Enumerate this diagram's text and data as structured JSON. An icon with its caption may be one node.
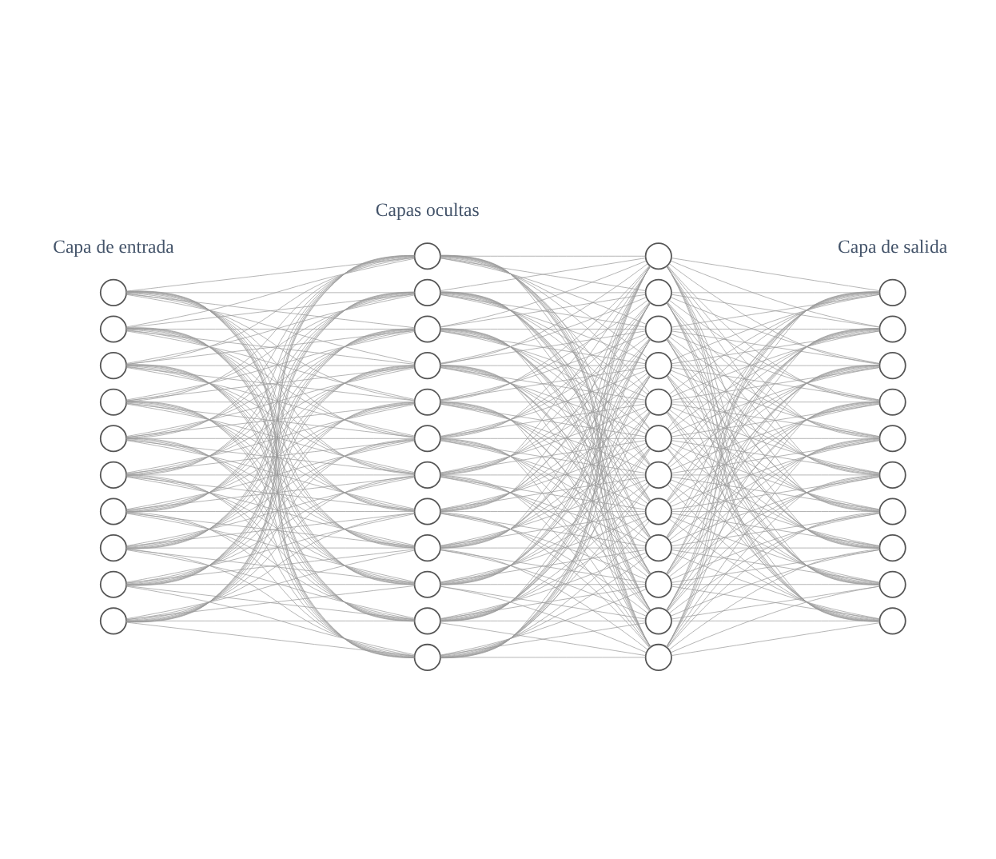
{
  "diagram": {
    "nodes": [
      {
        "text": [],
        "shape": "circle"
      },
      {
        "text": [],
        "shape": "circle"
      },
      {
        "text": [],
        "shape": "circle"
      },
      {
        "text": [],
        "shape": "circle"
      },
      {
        "text": [],
        "shape": "circle"
      },
      {
        "text": [],
        "shape": "circle"
      },
      {
        "text": [],
        "shape": "circle"
      },
      {
        "text": [],
        "shape": "circle"
      },
      {
        "text": [],
        "shape": "circle"
      },
      {
        "text": [],
        "shape": "circle"
      },
      {
        "text": [],
        "shape": "circle"
      },
      {
        "text": [],
        "shape": "circle"
      },
      {
        "text": [],
        "shape": "circle"
      },
      {
        "text": [],
        "shape": "circle"
      },
      {
        "text": [],
        "shape": "circle"
      },
      {
        "text": [],
        "shape": "circle"
      },
      {
        "text": [],
        "shape": "circle"
      },
      {
        "text": [],
        "shape": "circle"
      },
      {
        "text": [],
        "shape": "circle"
      },
      {
        "text": [],
        "shape": "circle"
      },
      {
        "text": [],
        "shape": "circle"
      },
      {
        "text": [],
        "shape": "circle"
      },
      {
        "text": [],
        "shape": "circle"
      },
      {
        "text": [],
        "shape": "circle"
      },
      {
        "text": [],
        "shape": "circle"
      },
      {
        "text": [],
        "shape": "circle"
      },
      {
        "text": [],
        "shape": "circle"
      },
      {
        "text": [],
        "shape": "circle"
      },
      {
        "text": [],
        "shape": "circle"
      },
      {
        "text": [],
        "shape": "circle"
      },
      {
        "text": [],
        "shape": "circle"
      },
      {
        "text": [],
        "shape": "circle"
      },
      {
        "text": [],
        "shape": "circle"
      },
      {
        "text": [],
        "shape": "circle"
      },
      {
        "text": [],
        "shape": "circle"
      },
      {
        "text": [],
        "shape": "circle"
      },
      {
        "text": [],
        "shape": "circle"
      },
      {
        "text": [],
        "shape": "circle"
      },
      {
        "text": [],
        "shape": "circle"
      },
      {
        "text": [],
        "shape": "circle"
      },
      {
        "text": [],
        "shape": "circle"
      },
      {
        "text": [],
        "shape": "circle"
      },
      {
        "text": [],
        "shape": "circle"
      },
      {
        "text": [],
        "shape": "circle"
      }
    ],
    "edges": [
      {
        "from": 0,
        "to": 10,
        "arrow": "none"
      },
      {
        "from": 0,
        "to": 11,
        "arrow": "none"
      },
      {
        "from": 0,
        "to": 12,
        "arrow": "none"
      },
      {
        "from": 0,
        "to": 13,
        "arrow": "none"
      },
      {
        "from": 0,
        "to": 14,
        "arrow": "none"
      },
      {
        "from": 0,
        "to": 15,
        "arrow": "none"
      },
      {
        "from": 0,
        "to": 16,
        "arrow": "none"
      },
      {
        "from": 0,
        "to": 17,
        "arrow": "none"
      },
      {
        "from": 0,
        "to": 18,
        "arrow": "none"
      },
      {
        "from": 0,
        "to": 19,
        "arrow": "none"
      },
      {
        "from": 0,
        "to": 20,
        "arrow": "none"
      },
      {
        "from": 0,
        "to": 21,
        "arrow": "none"
      },
      {
        "from": 1,
        "to": 10,
        "arrow": "none"
      },
      {
        "from": 1,
        "to": 11,
        "arrow": "none"
      },
      {
        "from": 1,
        "to": 12,
        "arrow": "none"
      },
      {
        "from": 1,
        "to": 13,
        "arrow": "none"
      },
      {
        "from": 1,
        "to": 14,
        "arrow": "none"
      },
      {
        "from": 1,
        "to": 15,
        "arrow": "none"
      },
      {
        "from": 1,
        "to": 16,
        "arrow": "none"
      },
      {
        "from": 1,
        "to": 17,
        "arrow": "none"
      },
      {
        "from": 1,
        "to": 18,
        "arrow": "none"
      },
      {
        "from": 1,
        "to": 19,
        "arrow": "none"
      },
      {
        "from": 1,
        "to": 20,
        "arrow": "none"
      },
      {
        "from": 1,
        "to": 21,
        "arrow": "none"
      },
      {
        "from": 2,
        "to": 10,
        "arrow": "none"
      },
      {
        "from": 2,
        "to": 11,
        "arrow": "none"
      },
      {
        "from": 2,
        "to": 12,
        "arrow": "none"
      },
      {
        "from": 2,
        "to": 13,
        "arrow": "none"
      },
      {
        "from": 2,
        "to": 14,
        "arrow": "none"
      },
      {
        "from": 2,
        "to": 15,
        "arrow": "none"
      },
      {
        "from": 2,
        "to": 16,
        "arrow": "none"
      },
      {
        "from": 2,
        "to": 17,
        "arrow": "none"
      },
      {
        "from": 2,
        "to": 18,
        "arrow": "none"
      },
      {
        "from": 2,
        "to": 19,
        "arrow": "none"
      },
      {
        "from": 2,
        "to": 20,
        "arrow": "none"
      },
      {
        "from": 2,
        "to": 21,
        "arrow": "none"
      },
      {
        "from": 3,
        "to": 10,
        "arrow": "none"
      },
      {
        "from": 3,
        "to": 11,
        "arrow": "none"
      },
      {
        "from": 3,
        "to": 12,
        "arrow": "none"
      },
      {
        "from": 3,
        "to": 13,
        "arrow": "none"
      },
      {
        "from": 3,
        "to": 14,
        "arrow": "none"
      },
      {
        "from": 3,
        "to": 15,
        "arrow": "none"
      },
      {
        "from": 3,
        "to": 16,
        "arrow": "none"
      },
      {
        "from": 3,
        "to": 17,
        "arrow": "none"
      },
      {
        "from": 3,
        "to": 18,
        "arrow": "none"
      },
      {
        "from": 3,
        "to": 19,
        "arrow": "none"
      },
      {
        "from": 3,
        "to": 20,
        "arrow": "none"
      },
      {
        "from": 3,
        "to": 21,
        "arrow": "none"
      },
      {
        "from": 4,
        "to": 10,
        "arrow": "none"
      },
      {
        "from": 4,
        "to": 11,
        "arrow": "none"
      },
      {
        "from": 4,
        "to": 12,
        "arrow": "none"
      },
      {
        "from": 4,
        "to": 13,
        "arrow": "none"
      },
      {
        "from": 4,
        "to": 14,
        "arrow": "none"
      },
      {
        "from": 4,
        "to": 15,
        "arrow": "none"
      },
      {
        "from": 4,
        "to": 16,
        "arrow": "none"
      },
      {
        "from": 4,
        "to": 17,
        "arrow": "none"
      },
      {
        "from": 4,
        "to": 18,
        "arrow": "none"
      },
      {
        "from": 4,
        "to": 19,
        "arrow": "none"
      },
      {
        "from": 4,
        "to": 20,
        "arrow": "none"
      },
      {
        "from": 4,
        "to": 21,
        "arrow": "none"
      },
      {
        "from": 5,
        "to": 10,
        "arrow": "none"
      },
      {
        "from": 5,
        "to": 11,
        "arrow": "none"
      },
      {
        "from": 5,
        "to": 12,
        "arrow": "none"
      },
      {
        "from": 5,
        "to": 13,
        "arrow": "none"
      },
      {
        "from": 5,
        "to": 14,
        "arrow": "none"
      },
      {
        "from": 5,
        "to": 15,
        "arrow": "none"
      },
      {
        "from": 5,
        "to": 16,
        "arrow": "none"
      },
      {
        "from": 5,
        "to": 17,
        "arrow": "none"
      },
      {
        "from": 5,
        "to": 18,
        "arrow": "none"
      },
      {
        "from": 5,
        "to": 19,
        "arrow": "none"
      },
      {
        "from": 5,
        "to": 20,
        "arrow": "none"
      },
      {
        "from": 5,
        "to": 21,
        "arrow": "none"
      },
      {
        "from": 6,
        "to": 10,
        "arrow": "none"
      },
      {
        "from": 6,
        "to": 11,
        "arrow": "none"
      },
      {
        "from": 6,
        "to": 12,
        "arrow": "none"
      },
      {
        "from": 6,
        "to": 13,
        "arrow": "none"
      },
      {
        "from": 6,
        "to": 14,
        "arrow": "none"
      },
      {
        "from": 6,
        "to": 15,
        "arrow": "none"
      },
      {
        "from": 6,
        "to": 16,
        "arrow": "none"
      },
      {
        "from": 6,
        "to": 17,
        "arrow": "none"
      },
      {
        "from": 6,
        "to": 18,
        "arrow": "none"
      },
      {
        "from": 6,
        "to": 19,
        "arrow": "none"
      },
      {
        "from": 6,
        "to": 20,
        "arrow": "none"
      },
      {
        "from": 6,
        "to": 21,
        "arrow": "none"
      },
      {
        "from": 7,
        "to": 10,
        "arrow": "none"
      },
      {
        "from": 7,
        "to": 11,
        "arrow": "none"
      },
      {
        "from": 7,
        "to": 12,
        "arrow": "none"
      },
      {
        "from": 7,
        "to": 13,
        "arrow": "none"
      },
      {
        "from": 7,
        "to": 14,
        "arrow": "none"
      },
      {
        "from": 7,
        "to": 15,
        "arrow": "none"
      },
      {
        "from": 7,
        "to": 16,
        "arrow": "none"
      },
      {
        "from": 7,
        "to": 17,
        "arrow": "none"
      },
      {
        "from": 7,
        "to": 18,
        "arrow": "none"
      },
      {
        "from": 7,
        "to": 19,
        "arrow": "none"
      },
      {
        "from": 7,
        "to": 20,
        "arrow": "none"
      },
      {
        "from": 7,
        "to": 21,
        "arrow": "none"
      },
      {
        "from": 8,
        "to": 10,
        "arrow": "none"
      },
      {
        "from": 8,
        "to": 11,
        "arrow": "none"
      },
      {
        "from": 8,
        "to": 12,
        "arrow": "none"
      },
      {
        "from": 8,
        "to": 13,
        "arrow": "none"
      },
      {
        "from": 8,
        "to": 14,
        "arrow": "none"
      },
      {
        "from": 8,
        "to": 15,
        "arrow": "none"
      },
      {
        "from": 8,
        "to": 16,
        "arrow": "none"
      },
      {
        "from": 8,
        "to": 17,
        "arrow": "none"
      },
      {
        "from": 8,
        "to": 18,
        "arrow": "none"
      },
      {
        "from": 8,
        "to": 19,
        "arrow": "none"
      },
      {
        "from": 8,
        "to": 20,
        "arrow": "none"
      },
      {
        "from": 8,
        "to": 21,
        "arrow": "none"
      },
      {
        "from": 9,
        "to": 10,
        "arrow": "none"
      },
      {
        "from": 9,
        "to": 11,
        "arrow": "none"
      },
      {
        "from": 9,
        "to": 12,
        "arrow": "none"
      },
      {
        "from": 9,
        "to": 13,
        "arrow": "none"
      },
      {
        "from": 9,
        "to": 14,
        "arrow": "none"
      },
      {
        "from": 9,
        "to": 15,
        "arrow": "none"
      },
      {
        "from": 9,
        "to": 16,
        "arrow": "none"
      },
      {
        "from": 9,
        "to": 17,
        "arrow": "none"
      },
      {
        "from": 9,
        "to": 18,
        "arrow": "none"
      },
      {
        "from": 9,
        "to": 19,
        "arrow": "none"
      },
      {
        "from": 9,
        "to": 20,
        "arrow": "none"
      },
      {
        "from": 9,
        "to": 21,
        "arrow": "none"
      },
      {
        "from": 10,
        "to": 22,
        "arrow": "none"
      },
      {
        "from": 10,
        "to": 23,
        "arrow": "none"
      },
      {
        "from": 10,
        "to": 24,
        "arrow": "none"
      },
      {
        "from": 10,
        "to": 25,
        "arrow": "none"
      },
      {
        "from": 10,
        "to": 26,
        "arrow": "none"
      },
      {
        "from": 10,
        "to": 27,
        "arrow": "none"
      },
      {
        "from": 10,
        "to": 28,
        "arrow": "none"
      },
      {
        "from": 10,
        "to": 29,
        "arrow": "none"
      },
      {
        "from": 10,
        "to": 30,
        "arrow": "none"
      },
      {
        "from": 10,
        "to": 31,
        "arrow": "none"
      },
      {
        "from": 10,
        "to": 32,
        "arrow": "none"
      },
      {
        "from": 10,
        "to": 33,
        "arrow": "none"
      },
      {
        "from": 11,
        "to": 22,
        "arrow": "none"
      },
      {
        "from": 11,
        "to": 23,
        "arrow": "none"
      },
      {
        "from": 11,
        "to": 24,
        "arrow": "none"
      },
      {
        "from": 11,
        "to": 25,
        "arrow": "none"
      },
      {
        "from": 11,
        "to": 26,
        "arrow": "none"
      },
      {
        "from": 11,
        "to": 27,
        "arrow": "none"
      },
      {
        "from": 11,
        "to": 28,
        "arrow": "none"
      },
      {
        "from": 11,
        "to": 29,
        "arrow": "none"
      },
      {
        "from": 11,
        "to": 30,
        "arrow": "none"
      },
      {
        "from": 11,
        "to": 31,
        "arrow": "none"
      },
      {
        "from": 11,
        "to": 32,
        "arrow": "none"
      },
      {
        "from": 11,
        "to": 33,
        "arrow": "none"
      },
      {
        "from": 12,
        "to": 22,
        "arrow": "none"
      },
      {
        "from": 12,
        "to": 23,
        "arrow": "none"
      },
      {
        "from": 12,
        "to": 24,
        "arrow": "none"
      },
      {
        "from": 12,
        "to": 25,
        "arrow": "none"
      },
      {
        "from": 12,
        "to": 26,
        "arrow": "none"
      },
      {
        "from": 12,
        "to": 27,
        "arrow": "none"
      },
      {
        "from": 12,
        "to": 28,
        "arrow": "none"
      },
      {
        "from": 12,
        "to": 29,
        "arrow": "none"
      },
      {
        "from": 12,
        "to": 30,
        "arrow": "none"
      },
      {
        "from": 12,
        "to": 31,
        "arrow": "none"
      },
      {
        "from": 12,
        "to": 32,
        "arrow": "none"
      },
      {
        "from": 12,
        "to": 33,
        "arrow": "none"
      },
      {
        "from": 13,
        "to": 22,
        "arrow": "none"
      },
      {
        "from": 13,
        "to": 23,
        "arrow": "none"
      },
      {
        "from": 13,
        "to": 24,
        "arrow": "none"
      },
      {
        "from": 13,
        "to": 25,
        "arrow": "none"
      },
      {
        "from": 13,
        "to": 26,
        "arrow": "none"
      },
      {
        "from": 13,
        "to": 27,
        "arrow": "none"
      },
      {
        "from": 13,
        "to": 28,
        "arrow": "none"
      },
      {
        "from": 13,
        "to": 29,
        "arrow": "none"
      },
      {
        "from": 13,
        "to": 30,
        "arrow": "none"
      },
      {
        "from": 13,
        "to": 31,
        "arrow": "none"
      },
      {
        "from": 13,
        "to": 32,
        "arrow": "none"
      },
      {
        "from": 13,
        "to": 33,
        "arrow": "none"
      },
      {
        "from": 14,
        "to": 22,
        "arrow": "none"
      },
      {
        "from": 14,
        "to": 23,
        "arrow": "none"
      },
      {
        "from": 14,
        "to": 24,
        "arrow": "none"
      },
      {
        "from": 14,
        "to": 25,
        "arrow": "none"
      },
      {
        "from": 14,
        "to": 26,
        "arrow": "none"
      },
      {
        "from": 14,
        "to": 27,
        "arrow": "none"
      },
      {
        "from": 14,
        "to": 28,
        "arrow": "none"
      },
      {
        "from": 14,
        "to": 29,
        "arrow": "none"
      },
      {
        "from": 14,
        "to": 30,
        "arrow": "none"
      },
      {
        "from": 14,
        "to": 31,
        "arrow": "none"
      },
      {
        "from": 14,
        "to": 32,
        "arrow": "none"
      },
      {
        "from": 14,
        "to": 33,
        "arrow": "none"
      },
      {
        "from": 15,
        "to": 22,
        "arrow": "none"
      },
      {
        "from": 15,
        "to": 23,
        "arrow": "none"
      },
      {
        "from": 15,
        "to": 24,
        "arrow": "none"
      },
      {
        "from": 15,
        "to": 25,
        "arrow": "none"
      },
      {
        "from": 15,
        "to": 26,
        "arrow": "none"
      },
      {
        "from": 15,
        "to": 27,
        "arrow": "none"
      },
      {
        "from": 15,
        "to": 28,
        "arrow": "none"
      },
      {
        "from": 15,
        "to": 29,
        "arrow": "none"
      },
      {
        "from": 15,
        "to": 30,
        "arrow": "none"
      },
      {
        "from": 15,
        "to": 31,
        "arrow": "none"
      },
      {
        "from": 15,
        "to": 32,
        "arrow": "none"
      },
      {
        "from": 15,
        "to": 33,
        "arrow": "none"
      },
      {
        "from": 16,
        "to": 22,
        "arrow": "none"
      },
      {
        "from": 16,
        "to": 23,
        "arrow": "none"
      },
      {
        "from": 16,
        "to": 24,
        "arrow": "none"
      },
      {
        "from": 16,
        "to": 25,
        "arrow": "none"
      },
      {
        "from": 16,
        "to": 26,
        "arrow": "none"
      },
      {
        "from": 16,
        "to": 27,
        "arrow": "none"
      },
      {
        "from": 16,
        "to": 28,
        "arrow": "none"
      },
      {
        "from": 16,
        "to": 29,
        "arrow": "none"
      },
      {
        "from": 16,
        "to": 30,
        "arrow": "none"
      },
      {
        "from": 16,
        "to": 31,
        "arrow": "none"
      },
      {
        "from": 16,
        "to": 32,
        "arrow": "none"
      },
      {
        "from": 16,
        "to": 33,
        "arrow": "none"
      },
      {
        "from": 17,
        "to": 22,
        "arrow": "none"
      },
      {
        "from": 17,
        "to": 23,
        "arrow": "none"
      },
      {
        "from": 17,
        "to": 24,
        "arrow": "none"
      },
      {
        "from": 17,
        "to": 25,
        "arrow": "none"
      },
      {
        "from": 17,
        "to": 26,
        "arrow": "none"
      },
      {
        "from": 17,
        "to": 27,
        "arrow": "none"
      },
      {
        "from": 17,
        "to": 28,
        "arrow": "none"
      },
      {
        "from": 17,
        "to": 29,
        "arrow": "none"
      },
      {
        "from": 17,
        "to": 30,
        "arrow": "none"
      },
      {
        "from": 17,
        "to": 31,
        "arrow": "none"
      },
      {
        "from": 17,
        "to": 32,
        "arrow": "none"
      },
      {
        "from": 17,
        "to": 33,
        "arrow": "none"
      },
      {
        "from": 18,
        "to": 22,
        "arrow": "none"
      },
      {
        "from": 18,
        "to": 23,
        "arrow": "none"
      },
      {
        "from": 18,
        "to": 24,
        "arrow": "none"
      },
      {
        "from": 18,
        "to": 25,
        "arrow": "none"
      },
      {
        "from": 18,
        "to": 26,
        "arrow": "none"
      },
      {
        "from": 18,
        "to": 27,
        "arrow": "none"
      },
      {
        "from": 18,
        "to": 28,
        "arrow": "none"
      },
      {
        "from": 18,
        "to": 29,
        "arrow": "none"
      },
      {
        "from": 18,
        "to": 30,
        "arrow": "none"
      },
      {
        "from": 18,
        "to": 31,
        "arrow": "none"
      },
      {
        "from": 18,
        "to": 32,
        "arrow": "none"
      },
      {
        "from": 18,
        "to": 33,
        "arrow": "none"
      },
      {
        "from": 19,
        "to": 22,
        "arrow": "none"
      },
      {
        "from": 19,
        "to": 23,
        "arrow": "none"
      },
      {
        "from": 19,
        "to": 24,
        "arrow": "none"
      },
      {
        "from": 19,
        "to": 25,
        "arrow": "none"
      },
      {
        "from": 19,
        "to": 26,
        "arrow": "none"
      },
      {
        "from": 19,
        "to": 27,
        "arrow": "none"
      },
      {
        "from": 19,
        "to": 28,
        "arrow": "none"
      },
      {
        "from": 19,
        "to": 29,
        "arrow": "none"
      },
      {
        "from": 19,
        "to": 30,
        "arrow": "none"
      },
      {
        "from": 19,
        "to": 31,
        "arrow": "none"
      },
      {
        "from": 19,
        "to": 32,
        "arrow": "none"
      },
      {
        "from": 19,
        "to": 33,
        "arrow": "none"
      },
      {
        "from": 20,
        "to": 22,
        "arrow": "none"
      },
      {
        "from": 20,
        "to": 23,
        "arrow": "none"
      },
      {
        "from": 20,
        "to": 24,
        "arrow": "none"
      },
      {
        "from": 20,
        "to": 25,
        "arrow": "none"
      },
      {
        "from": 20,
        "to": 26,
        "arrow": "none"
      },
      {
        "from": 20,
        "to": 27,
        "arrow": "none"
      },
      {
        "from": 20,
        "to": 28,
        "arrow": "none"
      },
      {
        "from": 20,
        "to": 29,
        "arrow": "none"
      },
      {
        "from": 20,
        "to": 30,
        "arrow": "none"
      },
      {
        "from": 20,
        "to": 31,
        "arrow": "none"
      },
      {
        "from": 20,
        "to": 32,
        "arrow": "none"
      },
      {
        "from": 20,
        "to": 33,
        "arrow": "none"
      },
      {
        "from": 21,
        "to": 22,
        "arrow": "none"
      },
      {
        "from": 21,
        "to": 23,
        "arrow": "none"
      },
      {
        "from": 21,
        "to": 24,
        "arrow": "none"
      },
      {
        "from": 21,
        "to": 25,
        "arrow": "none"
      },
      {
        "from": 21,
        "to": 26,
        "arrow": "none"
      },
      {
        "from": 21,
        "to": 27,
        "arrow": "none"
      },
      {
        "from": 21,
        "to": 28,
        "arrow": "none"
      },
      {
        "from": 21,
        "to": 29,
        "arrow": "none"
      },
      {
        "from": 21,
        "to": 30,
        "arrow": "none"
      },
      {
        "from": 21,
        "to": 31,
        "arrow": "none"
      },
      {
        "from": 21,
        "to": 32,
        "arrow": "none"
      },
      {
        "from": 21,
        "to": 33,
        "arrow": "none"
      },
      {
        "from": 22,
        "to": 34,
        "arrow": "none"
      },
      {
        "from": 22,
        "to": 35,
        "arrow": "none"
      },
      {
        "from": 22,
        "to": 36,
        "arrow": "none"
      },
      {
        "from": 22,
        "to": 37,
        "arrow": "none"
      },
      {
        "from": 22,
        "to": 38,
        "arrow": "none"
      },
      {
        "from": 22,
        "to": 39,
        "arrow": "none"
      },
      {
        "from": 22,
        "to": 40,
        "arrow": "none"
      },
      {
        "from": 22,
        "to": 41,
        "arrow": "none"
      },
      {
        "from": 22,
        "to": 42,
        "arrow": "none"
      },
      {
        "from": 22,
        "to": 43,
        "arrow": "none"
      },
      {
        "from": 23,
        "to": 34,
        "arrow": "none"
      },
      {
        "from": 23,
        "to": 35,
        "arrow": "none"
      },
      {
        "from": 23,
        "to": 36,
        "arrow": "none"
      },
      {
        "from": 23,
        "to": 37,
        "arrow": "none"
      },
      {
        "from": 23,
        "to": 38,
        "arrow": "none"
      },
      {
        "from": 23,
        "to": 39,
        "arrow": "none"
      },
      {
        "from": 23,
        "to": 40,
        "arrow": "none"
      },
      {
        "from": 23,
        "to": 41,
        "arrow": "none"
      },
      {
        "from": 23,
        "to": 42,
        "arrow": "none"
      },
      {
        "from": 23,
        "to": 43,
        "arrow": "none"
      },
      {
        "from": 24,
        "to": 34,
        "arrow": "none"
      },
      {
        "from": 24,
        "to": 35,
        "arrow": "none"
      },
      {
        "from": 24,
        "to": 36,
        "arrow": "none"
      },
      {
        "from": 24,
        "to": 37,
        "arrow": "none"
      },
      {
        "from": 24,
        "to": 38,
        "arrow": "none"
      },
      {
        "from": 24,
        "to": 39,
        "arrow": "none"
      },
      {
        "from": 24,
        "to": 40,
        "arrow": "none"
      },
      {
        "from": 24,
        "to": 41,
        "arrow": "none"
      },
      {
        "from": 24,
        "to": 42,
        "arrow": "none"
      },
      {
        "from": 24,
        "to": 43,
        "arrow": "none"
      },
      {
        "from": 25,
        "to": 34,
        "arrow": "none"
      },
      {
        "from": 25,
        "to": 35,
        "arrow": "none"
      },
      {
        "from": 25,
        "to": 36,
        "arrow": "none"
      },
      {
        "from": 25,
        "to": 37,
        "arrow": "none"
      },
      {
        "from": 25,
        "to": 38,
        "arrow": "none"
      },
      {
        "from": 25,
        "to": 39,
        "arrow": "none"
      },
      {
        "from": 25,
        "to": 40,
        "arrow": "none"
      },
      {
        "from": 25,
        "to": 41,
        "arrow": "none"
      },
      {
        "from": 25,
        "to": 42,
        "arrow": "none"
      },
      {
        "from": 25,
        "to": 43,
        "arrow": "none"
      },
      {
        "from": 26,
        "to": 34,
        "arrow": "none"
      },
      {
        "from": 26,
        "to": 35,
        "arrow": "none"
      },
      {
        "from": 26,
        "to": 36,
        "arrow": "none"
      },
      {
        "from": 26,
        "to": 37,
        "arrow": "none"
      },
      {
        "from": 26,
        "to": 38,
        "arrow": "none"
      },
      {
        "from": 26,
        "to": 39,
        "arrow": "none"
      },
      {
        "from": 26,
        "to": 40,
        "arrow": "none"
      },
      {
        "from": 26,
        "to": 41,
        "arrow": "none"
      },
      {
        "from": 26,
        "to": 42,
        "arrow": "none"
      },
      {
        "from": 26,
        "to": 43,
        "arrow": "none"
      },
      {
        "from": 27,
        "to": 34,
        "arrow": "none"
      },
      {
        "from": 27,
        "to": 35,
        "arrow": "none"
      },
      {
        "from": 27,
        "to": 36,
        "arrow": "none"
      },
      {
        "from": 27,
        "to": 37,
        "arrow": "none"
      },
      {
        "from": 27,
        "to": 38,
        "arrow": "none"
      },
      {
        "from": 27,
        "to": 39,
        "arrow": "none"
      },
      {
        "from": 27,
        "to": 40,
        "arrow": "none"
      },
      {
        "from": 27,
        "to": 41,
        "arrow": "none"
      },
      {
        "from": 27,
        "to": 42,
        "arrow": "none"
      },
      {
        "from": 27,
        "to": 43,
        "arrow": "none"
      },
      {
        "from": 28,
        "to": 34,
        "arrow": "none"
      },
      {
        "from": 28,
        "to": 35,
        "arrow": "none"
      },
      {
        "from": 28,
        "to": 36,
        "arrow": "none"
      },
      {
        "from": 28,
        "to": 37,
        "arrow": "none"
      },
      {
        "from": 28,
        "to": 38,
        "arrow": "none"
      },
      {
        "from": 28,
        "to": 39,
        "arrow": "none"
      },
      {
        "from": 28,
        "to": 40,
        "arrow": "none"
      },
      {
        "from": 28,
        "to": 41,
        "arrow": "none"
      },
      {
        "from": 28,
        "to": 42,
        "arrow": "none"
      },
      {
        "from": 28,
        "to": 43,
        "arrow": "none"
      },
      {
        "from": 29,
        "to": 34,
        "arrow": "none"
      },
      {
        "from": 29,
        "to": 35,
        "arrow": "none"
      },
      {
        "from": 29,
        "to": 36,
        "arrow": "none"
      },
      {
        "from": 29,
        "to": 37,
        "arrow": "none"
      },
      {
        "from": 29,
        "to": 38,
        "arrow": "none"
      },
      {
        "from": 29,
        "to": 39,
        "arrow": "none"
      },
      {
        "from": 29,
        "to": 40,
        "arrow": "none"
      },
      {
        "from": 29,
        "to": 41,
        "arrow": "none"
      },
      {
        "from": 29,
        "to": 42,
        "arrow": "none"
      },
      {
        "from": 29,
        "to": 43,
        "arrow": "none"
      },
      {
        "from": 30,
        "to": 34,
        "arrow": "none"
      },
      {
        "from": 30,
        "to": 35,
        "arrow": "none"
      },
      {
        "from": 30,
        "to": 36,
        "arrow": "none"
      },
      {
        "from": 30,
        "to": 37,
        "arrow": "none"
      },
      {
        "from": 30,
        "to": 38,
        "arrow": "none"
      },
      {
        "from": 30,
        "to": 39,
        "arrow": "none"
      },
      {
        "from": 30,
        "to": 40,
        "arrow": "none"
      },
      {
        "from": 30,
        "to": 41,
        "arrow": "none"
      },
      {
        "from": 30,
        "to": 42,
        "arrow": "none"
      },
      {
        "from": 30,
        "to": 43,
        "arrow": "none"
      },
      {
        "from": 31,
        "to": 34,
        "arrow": "none"
      },
      {
        "from": 31,
        "to": 35,
        "arrow": "none"
      },
      {
        "from": 31,
        "to": 36,
        "arrow": "none"
      },
      {
        "from": 31,
        "to": 37,
        "arrow": "none"
      },
      {
        "from": 31,
        "to": 38,
        "arrow": "none"
      },
      {
        "from": 31,
        "to": 39,
        "arrow": "none"
      },
      {
        "from": 31,
        "to": 40,
        "arrow": "none"
      },
      {
        "from": 31,
        "to": 41,
        "arrow": "none"
      },
      {
        "from": 31,
        "to": 42,
        "arrow": "none"
      },
      {
        "from": 31,
        "to": 43,
        "arrow": "none"
      },
      {
        "from": 32,
        "to": 34,
        "arrow": "none"
      },
      {
        "from": 32,
        "to": 35,
        "arrow": "none"
      },
      {
        "from": 32,
        "to": 36,
        "arrow": "none"
      },
      {
        "from": 32,
        "to": 37,
        "arrow": "none"
      },
      {
        "from": 32,
        "to": 38,
        "arrow": "none"
      },
      {
        "from": 32,
        "to": 39,
        "arrow": "none"
      },
      {
        "from": 32,
        "to": 40,
        "arrow": "none"
      },
      {
        "from": 32,
        "to": 41,
        "arrow": "none"
      },
      {
        "from": 32,
        "to": 42,
        "arrow": "none"
      },
      {
        "from": 32,
        "to": 43,
        "arrow": "none"
      },
      {
        "from": 33,
        "to": 34,
        "arrow": "none"
      },
      {
        "from": 33,
        "to": 35,
        "arrow": "none"
      },
      {
        "from": 33,
        "to": 36,
        "arrow": "none"
      },
      {
        "from": 33,
        "to": 37,
        "arrow": "none"
      },
      {
        "from": 33,
        "to": 38,
        "arrow": "none"
      },
      {
        "from": 33,
        "to": 39,
        "arrow": "none"
      },
      {
        "from": 33,
        "to": 40,
        "arrow": "none"
      },
      {
        "from": 33,
        "to": 41,
        "arrow": "none"
      },
      {
        "from": 33,
        "to": 42,
        "arrow": "none"
      },
      {
        "from": 33,
        "to": 43,
        "arrow": "none"
      }
    ],
    "labels": [
      "Capa de entrada",
      "Capas ocultas",
      "Capa de salida"
    ]
  }
}
